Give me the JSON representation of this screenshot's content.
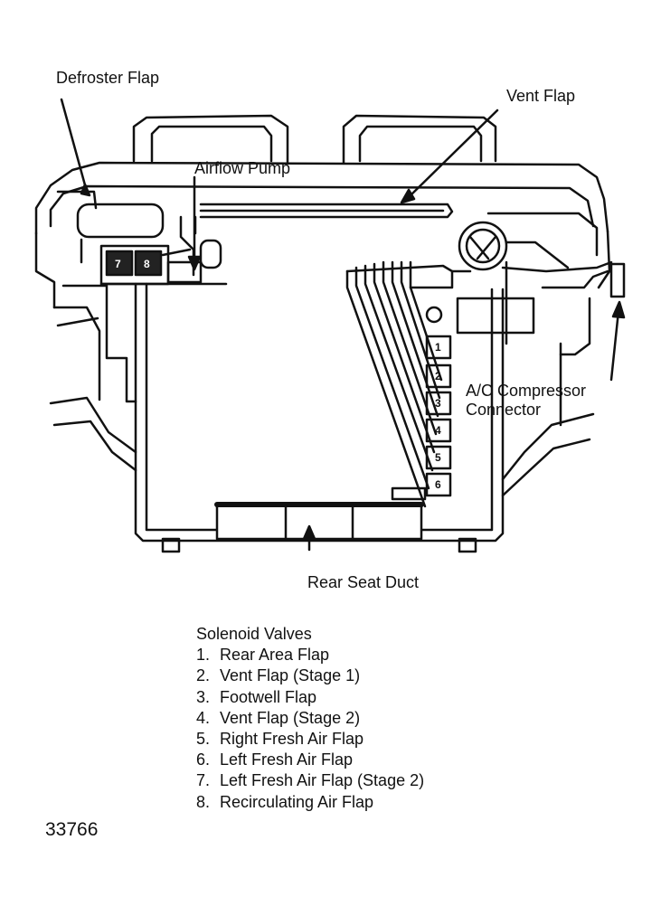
{
  "diagram": {
    "labels": {
      "defroster_flap": "Defroster Flap",
      "vent_flap": "Vent Flap",
      "airflow_pump": "Airflow Pump",
      "ac_compressor_line1": "A/C Compressor",
      "ac_compressor_line2": "Connector",
      "rear_seat_duct": "Rear Seat Duct"
    },
    "solenoid_block_numbers": [
      "1",
      "2",
      "3",
      "4",
      "5",
      "6"
    ],
    "left_block_numbers": [
      "7",
      "8"
    ]
  },
  "legend": {
    "title": "Solenoid Valves",
    "items": [
      {
        "num": "1.",
        "text": "Rear Area Flap"
      },
      {
        "num": "2.",
        "text": "Vent Flap (Stage 1)"
      },
      {
        "num": "3.",
        "text": "Footwell Flap"
      },
      {
        "num": "4.",
        "text": "Vent Flap (Stage 2)"
      },
      {
        "num": "5.",
        "text": "Right Fresh Air Flap"
      },
      {
        "num": "6.",
        "text": "Left Fresh Air Flap"
      },
      {
        "num": "7.",
        "text": "Left Fresh Air Flap (Stage 2)"
      },
      {
        "num": "8.",
        "text": "Recirculating Air Flap"
      }
    ]
  },
  "figure_number": "33766"
}
